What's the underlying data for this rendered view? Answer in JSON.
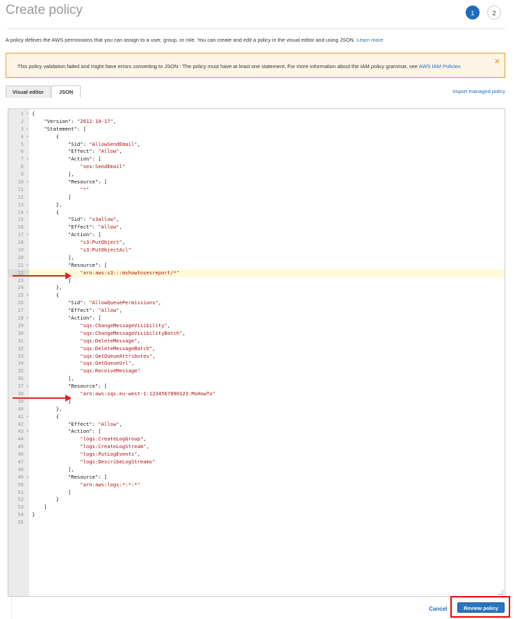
{
  "page": {
    "title": "Create policy",
    "steps": [
      "1",
      "2"
    ],
    "description": "A policy defines the AWS permissions that you can assign to a user, group, or role. You can create and edit a policy in the visual editor and using JSON.",
    "learn_more": "Learn more"
  },
  "alert": {
    "message": "This policy validation failed and might have errors converting to JSON : The policy must have at least one statement. For more information about the IAM policy grammar, see",
    "link": "AWS IAM Policies",
    "close_icon": "close-icon"
  },
  "tabs": [
    "Visual editor",
    "JSON"
  ],
  "import_link": "Import managed policy",
  "editor": {
    "highlighted_line": 22,
    "lines": [
      "{",
      "    \"Version\": \"2012-10-17\",",
      "    \"Statement\": [",
      "        {",
      "            \"Sid\": \"AllowSendEmail\",",
      "            \"Effect\": \"Allow\",",
      "            \"Action\": [",
      "                \"ses:SendEmail\"",
      "            ],",
      "            \"Resource\": [",
      "                \"*\"",
      "            ]",
      "        },",
      "        {",
      "            \"Sid\": \"s3allow\",",
      "            \"Effect\": \"Allow\",",
      "            \"Action\": [",
      "                \"s3:PutObject\",",
      "                \"s3:PutObjectAcl\"",
      "            ],",
      "            \"Resource\": [",
      "                \"arn:aws:s3:::mshowtosesreport/*\"",
      "            ]",
      "        },",
      "        {",
      "            \"Sid\": \"AllowQueuePermissions\",",
      "            \"Effect\": \"Allow\",",
      "            \"Action\": [",
      "                \"sqs:ChangeMessageVisibility\",",
      "                \"sqs:ChangeMessageVisibilityBatch\",",
      "                \"sqs:DeleteMessage\",",
      "                \"sqs:DeleteMessageBatch\",",
      "                \"sqs:GetQueueAttributes\",",
      "                \"sqs:GetQueueUrl\",",
      "                \"sqs:ReceiveMessage\"",
      "            ],",
      "            \"Resource\": [",
      "                \"arn:aws:sqs:eu-west-1:1234567890123:MsHowTo\"",
      "            ]",
      "        },",
      "        {",
      "            \"Effect\": \"Allow\",",
      "            \"Action\": [",
      "                \"logs:CreateLogGroup\",",
      "                \"logs:CreateLogStream\",",
      "                \"logs:PutLogEvents\",",
      "                \"logs:DescribeLogStreams\"",
      "            ],",
      "            \"Resource\": [",
      "                \"arn:aws:logs:*:*:*\"",
      "            ]",
      "        }",
      "    ]",
      "}",
      ""
    ],
    "fold_lines": [
      1,
      3,
      4,
      7,
      10,
      14,
      17,
      21,
      25,
      28,
      37,
      41,
      43,
      49
    ]
  },
  "actions": {
    "cancel": "Cancel",
    "review": "Review policy"
  },
  "colors": {
    "accent": "#1f6cb8",
    "warning_border": "#e59a2d",
    "annotation": "#e41e1e"
  }
}
